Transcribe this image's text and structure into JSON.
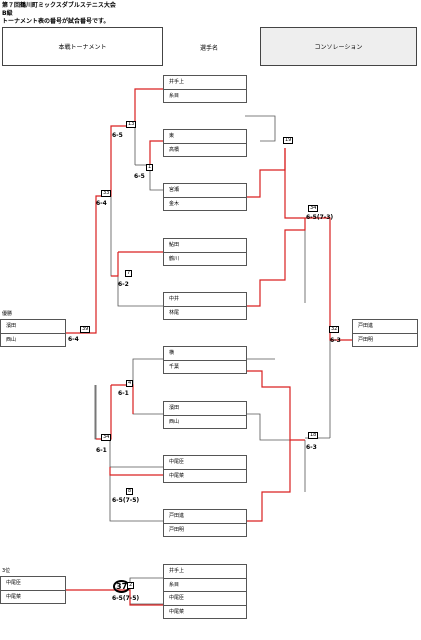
{
  "titles": {
    "main": "第７回鶴川町ミックスダブルステニス大会",
    "class": "B級",
    "note": "トーナメント表の番号が試合番号です。"
  },
  "header": {
    "main_tournament": "本戦トーナメント",
    "player_name": "選手名",
    "consolation": "コンソレーション"
  },
  "pairs": [
    [
      "井手上",
      "糸目"
    ],
    [
      "東",
      "高橋"
    ],
    [
      "宮瀬",
      "金木"
    ],
    [
      "鮎田",
      "鶴川"
    ],
    [
      "中井",
      "林尾"
    ],
    [
      "横",
      "千葉"
    ],
    [
      "濱田",
      "西山"
    ],
    [
      "中尾臣",
      "中尾菜"
    ],
    [
      "戸田進",
      "戸田明"
    ]
  ],
  "third_pairs": [
    [
      "井手上",
      "糸目"
    ],
    [
      "中尾臣",
      "中尾菜"
    ]
  ],
  "winner": {
    "label": "優勝",
    "names": [
      "濱田",
      "西山"
    ]
  },
  "third": {
    "label": "3位",
    "names": [
      "中尾臣",
      "中尾菜"
    ]
  },
  "consolation_winner": {
    "names": [
      "戸田進",
      "戸田明"
    ]
  },
  "matches": {
    "m13": "13",
    "m1": "1",
    "m7": "7",
    "m4": "4",
    "m8": "8",
    "m33": "33",
    "m34": "34",
    "m39": "39",
    "m19": "19",
    "m32": "32",
    "m37": "37",
    "m2": "2",
    "m34b": "34",
    "m18": "18"
  },
  "scores": {
    "s13": "6-5",
    "s1": "6-5",
    "s33": "6-4",
    "s7": "6-2",
    "s39": "6-4",
    "s4": "6-1",
    "s34": "6-1",
    "s8": "6-5(7-5)",
    "s3p": "6-5(7-5)",
    "s19": "6-5(7-3)",
    "s32": "6-3",
    "s18": "6-3"
  }
}
